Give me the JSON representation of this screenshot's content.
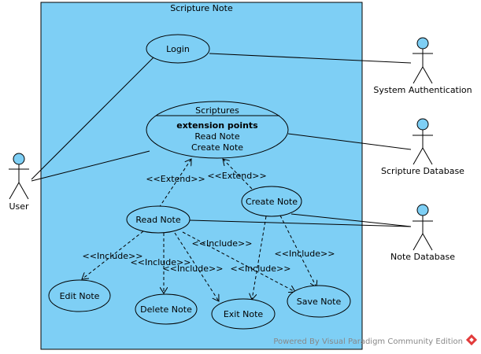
{
  "system": {
    "title": "Scripture Note",
    "fill": "#7ecff5"
  },
  "actors": {
    "user": "User",
    "system_authentication": "System Authentication",
    "scripture_database": "Scripture Database",
    "note_database": "Note Database"
  },
  "use_cases": {
    "login": "Login",
    "scriptures": {
      "name": "Scriptures",
      "extension_points_heading": "extension points",
      "extension_points": [
        "Read Note",
        "Create Note"
      ]
    },
    "read_note": "Read Note",
    "create_note": "Create Note",
    "edit_note": "Edit Note",
    "delete_note": "Delete Note",
    "exit_note": "Exit Note",
    "save_note": "Save Note"
  },
  "relationships": {
    "extend": "<<Extend>>",
    "include": "<<Include>>"
  },
  "watermark": "Powered By Visual Paradigm Community Edition",
  "colors": {
    "actor_head": "#7ecff5",
    "watermark_icon": "#e23b3b"
  }
}
